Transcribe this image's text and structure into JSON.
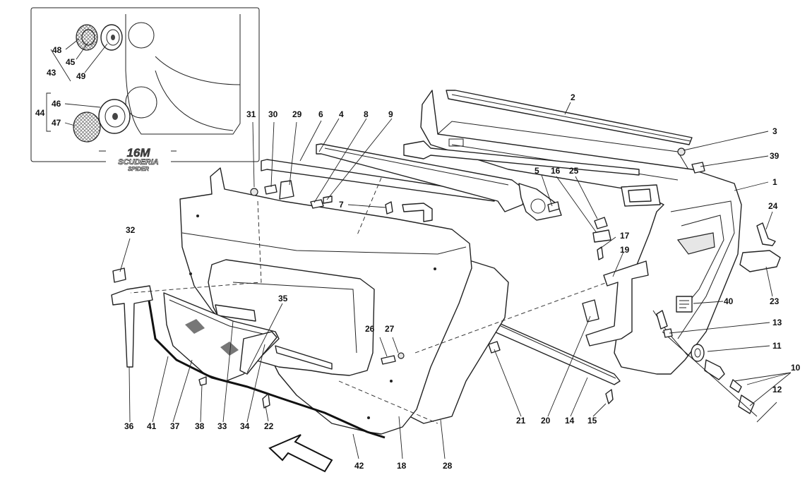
{
  "inset": {
    "badge": {
      "line1": "16M",
      "line2": "SCUDERIA",
      "line3": "SPIDER"
    },
    "group_labels": [
      "43",
      "44"
    ]
  },
  "labels": [
    {
      "id": "1",
      "text": "1"
    },
    {
      "id": "2",
      "text": "2"
    },
    {
      "id": "3",
      "text": "3"
    },
    {
      "id": "4",
      "text": "4"
    },
    {
      "id": "5",
      "text": "5"
    },
    {
      "id": "6",
      "text": "6"
    },
    {
      "id": "7",
      "text": "7"
    },
    {
      "id": "8",
      "text": "8"
    },
    {
      "id": "9",
      "text": "9"
    },
    {
      "id": "10",
      "text": "10"
    },
    {
      "id": "11",
      "text": "11"
    },
    {
      "id": "12",
      "text": "12"
    },
    {
      "id": "13",
      "text": "13"
    },
    {
      "id": "14",
      "text": "14"
    },
    {
      "id": "15",
      "text": "15"
    },
    {
      "id": "16",
      "text": "16"
    },
    {
      "id": "17",
      "text": "17"
    },
    {
      "id": "18",
      "text": "18"
    },
    {
      "id": "19",
      "text": "19"
    },
    {
      "id": "20",
      "text": "20"
    },
    {
      "id": "21",
      "text": "21"
    },
    {
      "id": "22",
      "text": "22"
    },
    {
      "id": "23",
      "text": "23"
    },
    {
      "id": "24",
      "text": "24"
    },
    {
      "id": "25",
      "text": "25"
    },
    {
      "id": "26",
      "text": "26"
    },
    {
      "id": "27",
      "text": "27"
    },
    {
      "id": "28",
      "text": "28"
    },
    {
      "id": "29",
      "text": "29"
    },
    {
      "id": "30",
      "text": "30"
    },
    {
      "id": "31",
      "text": "31"
    },
    {
      "id": "32",
      "text": "32"
    },
    {
      "id": "33",
      "text": "33"
    },
    {
      "id": "34",
      "text": "34"
    },
    {
      "id": "35",
      "text": "35"
    },
    {
      "id": "36",
      "text": "36"
    },
    {
      "id": "37",
      "text": "37"
    },
    {
      "id": "38",
      "text": "38"
    },
    {
      "id": "39",
      "text": "39"
    },
    {
      "id": "40",
      "text": "40"
    },
    {
      "id": "41",
      "text": "41"
    },
    {
      "id": "42",
      "text": "42"
    },
    {
      "id": "43",
      "text": "43"
    },
    {
      "id": "44",
      "text": "44"
    },
    {
      "id": "45",
      "text": "45"
    },
    {
      "id": "46",
      "text": "46"
    },
    {
      "id": "47",
      "text": "47"
    },
    {
      "id": "48",
      "text": "48"
    },
    {
      "id": "49",
      "text": "49"
    }
  ],
  "colors": {
    "line": "#222222",
    "background": "#ffffff",
    "mesh": "#888888"
  }
}
